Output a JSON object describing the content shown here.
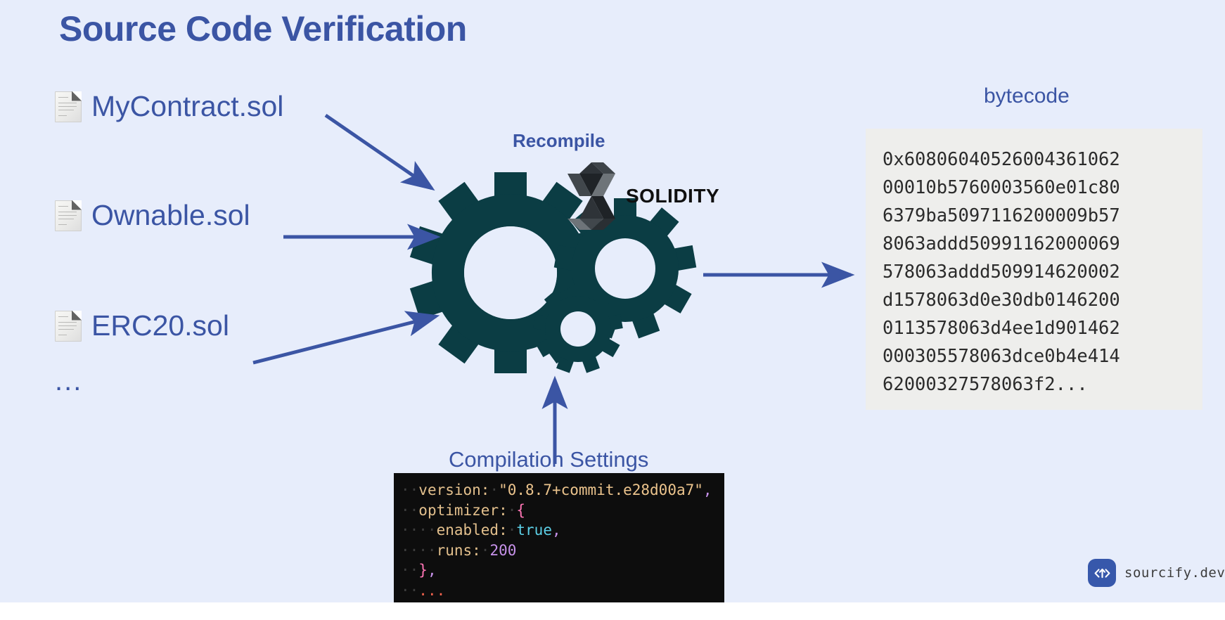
{
  "slide": {
    "title": "Source Code Verification",
    "background_color": "#e7edfb",
    "accent_color": "#3b55a4",
    "gear_color": "#0b3d44"
  },
  "sources": {
    "files": [
      {
        "name": "MyContract.sol",
        "icon": "document-icon"
      },
      {
        "name": "Ownable.sol",
        "icon": "document-icon"
      },
      {
        "name": "ERC20.sol",
        "icon": "document-icon"
      }
    ],
    "more": "..."
  },
  "compiler": {
    "recompile_label": "Recompile",
    "logo_name": "solidity-logo",
    "logo_text": "SOLIDITY"
  },
  "settings": {
    "label": "Compilation Settings",
    "code_lines": [
      {
        "indent": "  ",
        "parts": [
          {
            "t": "version:",
            "c": "tok-key"
          },
          {
            "t": " ",
            "c": "tok-ws"
          },
          {
            "t": "\"0.8.7+commit.e28d00a7\"",
            "c": "tok-str"
          },
          {
            "t": ",",
            "c": "tok-punc"
          }
        ]
      },
      {
        "indent": "  ",
        "parts": [
          {
            "t": "optimizer:",
            "c": "tok-key"
          },
          {
            "t": " ",
            "c": "tok-ws"
          },
          {
            "t": "{",
            "c": "tok-brace"
          }
        ]
      },
      {
        "indent": "    ",
        "parts": [
          {
            "t": "enabled:",
            "c": "tok-key"
          },
          {
            "t": " ",
            "c": "tok-ws"
          },
          {
            "t": "true",
            "c": "tok-bool"
          },
          {
            "t": ",",
            "c": "tok-punc"
          }
        ]
      },
      {
        "indent": "    ",
        "parts": [
          {
            "t": "runs:",
            "c": "tok-key"
          },
          {
            "t": " ",
            "c": "tok-ws"
          },
          {
            "t": "200",
            "c": "tok-num"
          }
        ]
      },
      {
        "indent": "  ",
        "parts": [
          {
            "t": "}",
            "c": "tok-brace"
          },
          {
            "t": ",",
            "c": "tok-punc"
          }
        ]
      },
      {
        "indent": "  ",
        "parts": [
          {
            "t": "...",
            "c": "tok-dots"
          }
        ]
      }
    ]
  },
  "output": {
    "label": "bytecode",
    "hex_lines": [
      "0x60806040526004361062",
      "00010b5760003560e01c80",
      "6379ba5097116200009b57",
      "8063addd50991162000069",
      "578063addd509914620002",
      "d1578063d0e30db0146200",
      "0113578063d4ee1d901462",
      "000305578063dce0b4e414",
      "62000327578063f2..."
    ]
  },
  "footer": {
    "brand": "sourcify.dev",
    "badge_icon": "code-arrow-icon",
    "badge_color": "#3758ab"
  }
}
